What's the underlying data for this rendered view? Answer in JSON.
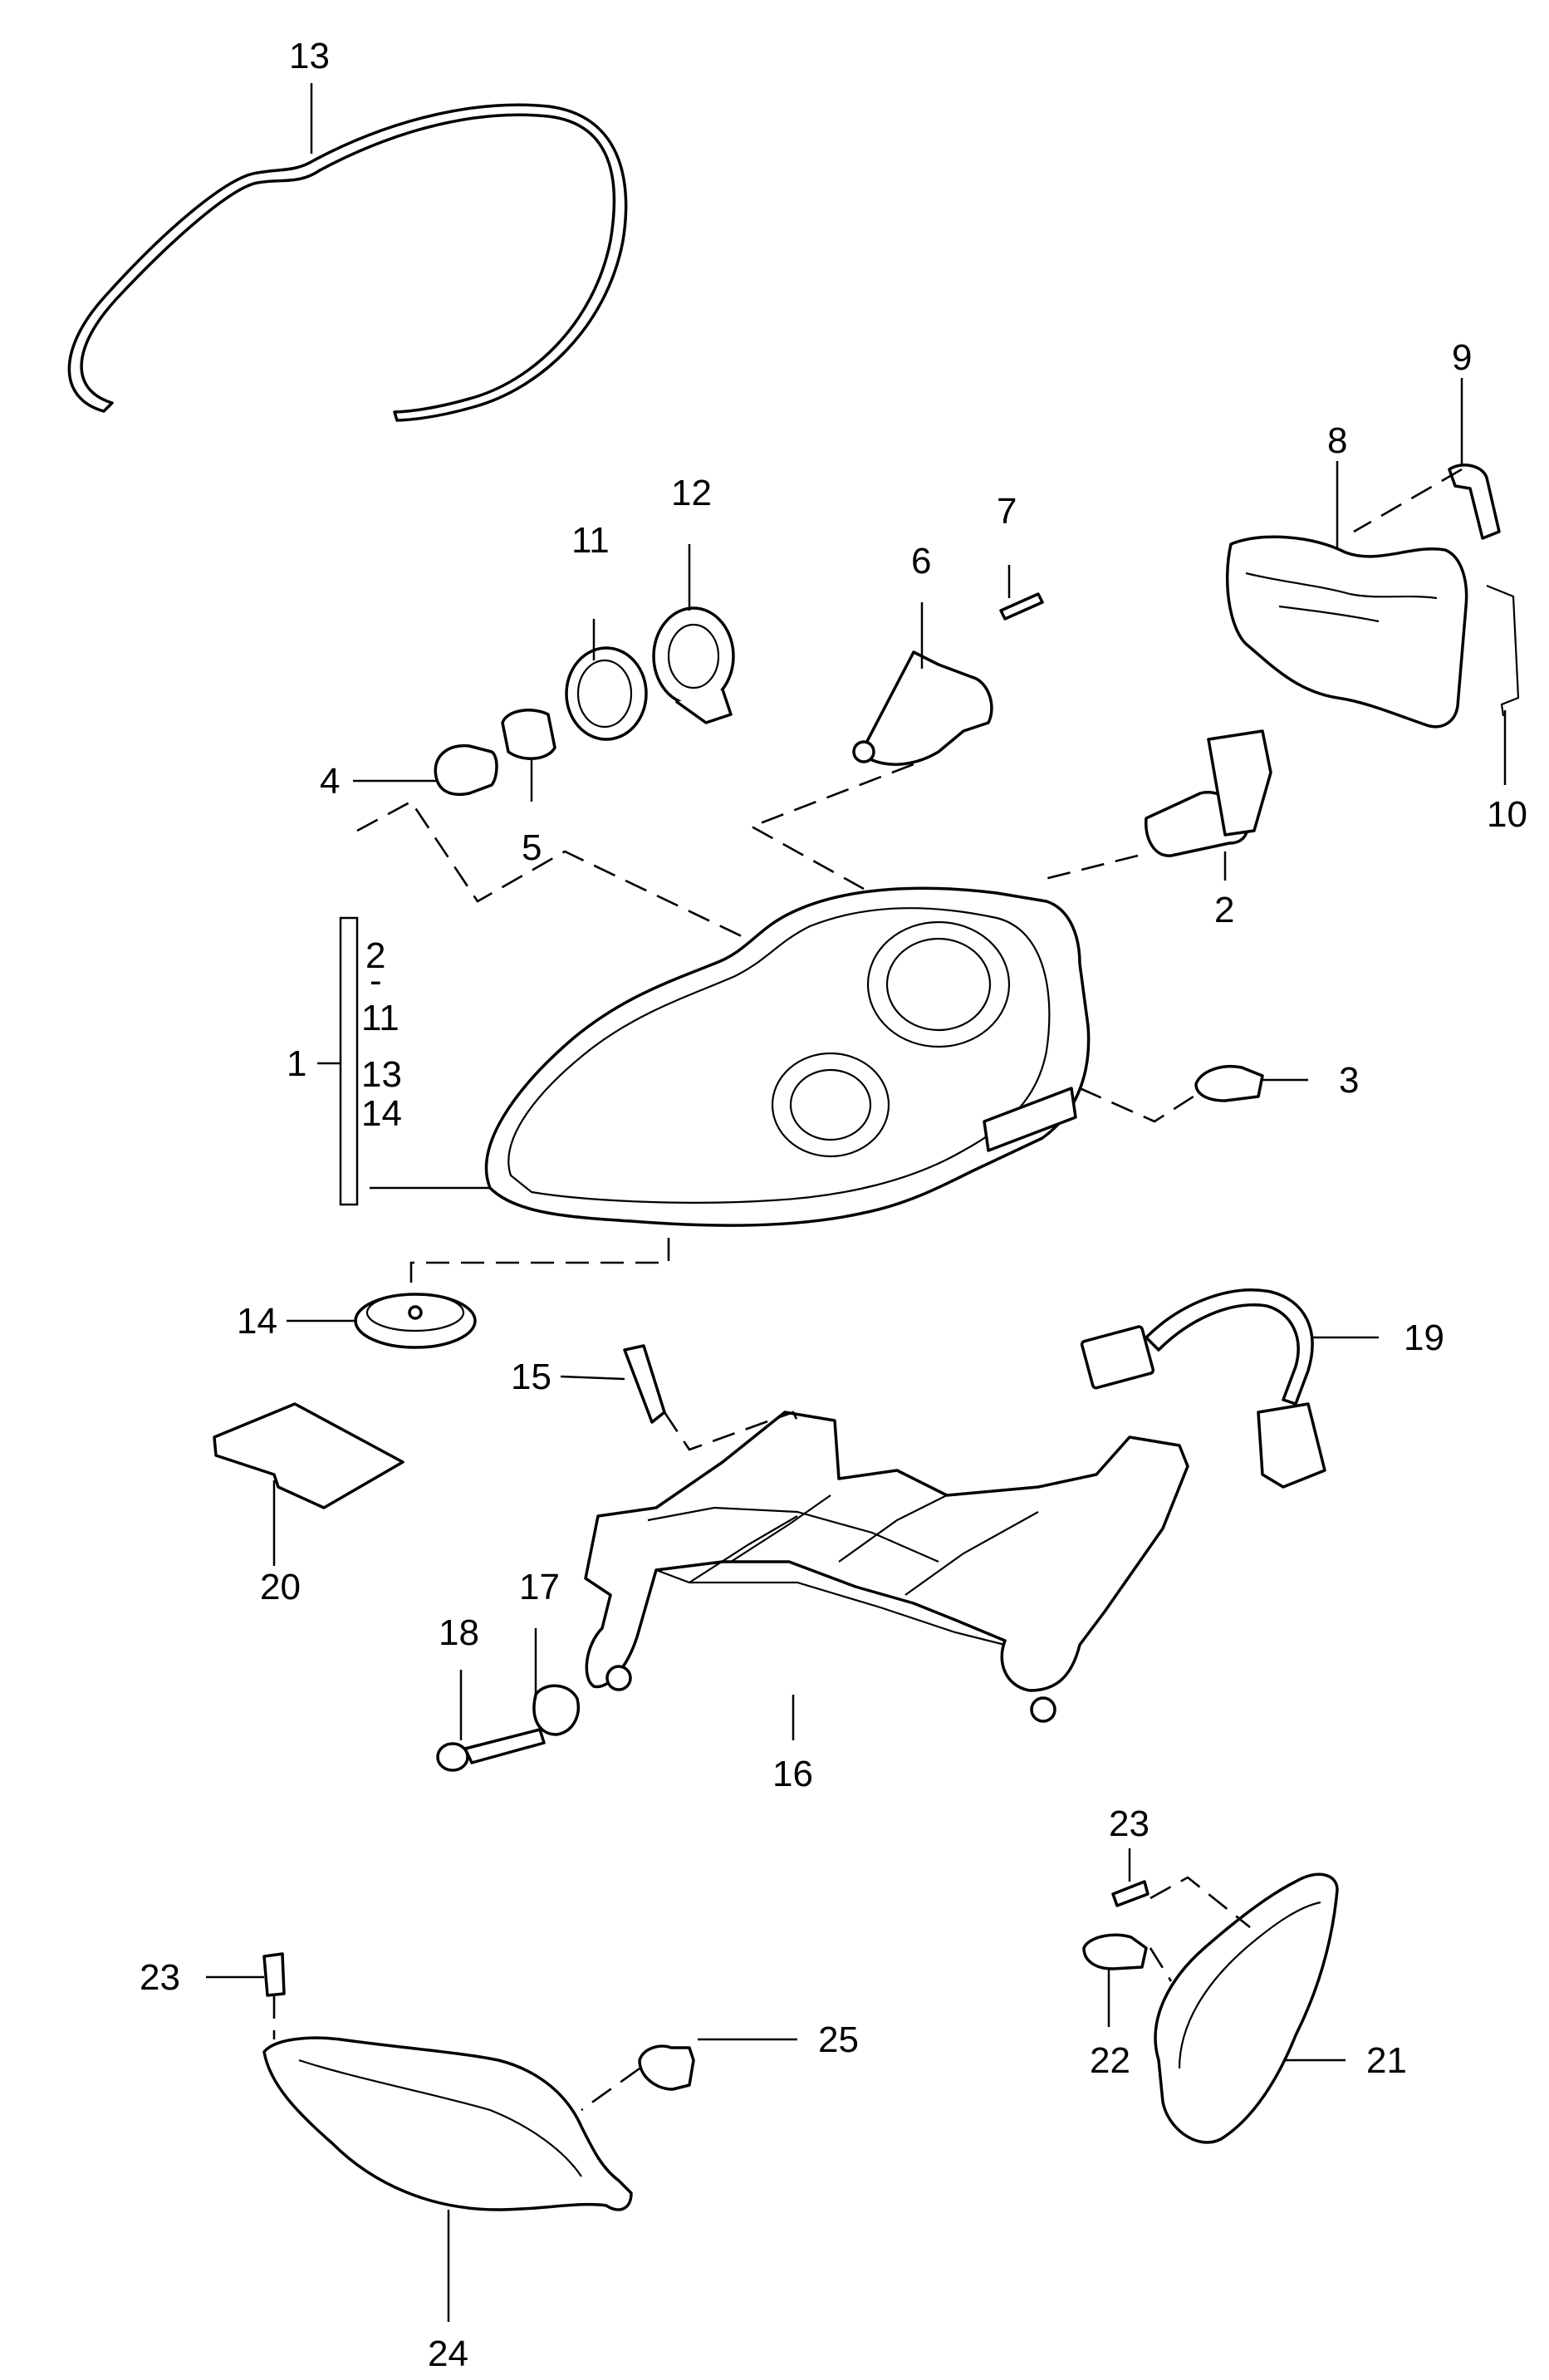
{
  "callouts": {
    "c1": "1",
    "c2": "2",
    "c3": "3",
    "c4": "4",
    "c5": "5",
    "c6": "6",
    "c7": "7",
    "c8": "8",
    "c9": "9",
    "c10": "10",
    "c11": "11",
    "c12": "12",
    "c13": "13",
    "c14": "14",
    "c15": "15",
    "c16": "16",
    "c17": "17",
    "c18": "18",
    "c19": "19",
    "c20": "20",
    "c21": "21",
    "c22": "22",
    "c23a": "23",
    "c23b": "23",
    "c24": "24",
    "c25": "25"
  },
  "bracket": {
    "l1": "2",
    "l2": "-",
    "l3": "11",
    "l4": "13",
    "l5": "14"
  }
}
